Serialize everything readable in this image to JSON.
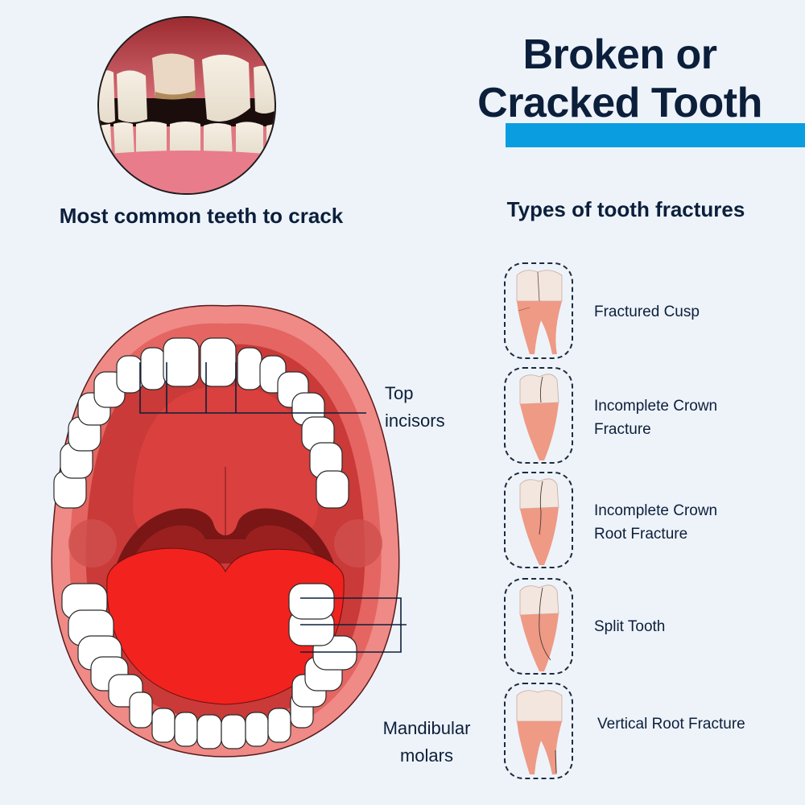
{
  "header": {
    "title_line1": "Broken or",
    "title_line2": "Cracked Tooth",
    "accent_color": "#0a9de0"
  },
  "left_panel": {
    "photo_alt": "close-up of chipped front tooth",
    "caption": "Most common teeth to crack",
    "diagram": {
      "labels": {
        "top": "Top incisors",
        "top_line1": "Top",
        "top_line2": "incisors",
        "bottom_line1": "Mandibular",
        "bottom_line2": "molars"
      }
    }
  },
  "right_panel": {
    "heading": "Types of tooth fractures",
    "fractures": [
      {
        "label_line1": "Fractured Cusp",
        "label_line2": "",
        "icon": "molar-fractured-cusp"
      },
      {
        "label_line1": "Incomplete Crown",
        "label_line2": "Fracture",
        "icon": "tooth-incomplete-crown-fracture"
      },
      {
        "label_line1": "Incomplete Crown",
        "label_line2": "Root Fracture",
        "icon": "tooth-crown-root-fracture"
      },
      {
        "label_line1": "Split Tooth",
        "label_line2": "",
        "icon": "tooth-split"
      },
      {
        "label_line1": "Vertical Root Fracture",
        "label_line2": "",
        "icon": "molar-vertical-root-fracture"
      }
    ]
  },
  "colors": {
    "background": "#eef3fa",
    "text_dark": "#0b1f3b",
    "lip": "#e8706e",
    "mouth_interior": "#d63a3a",
    "tongue": "#f0201e",
    "tooth": "#ffffff",
    "root": "#ee9a85"
  }
}
